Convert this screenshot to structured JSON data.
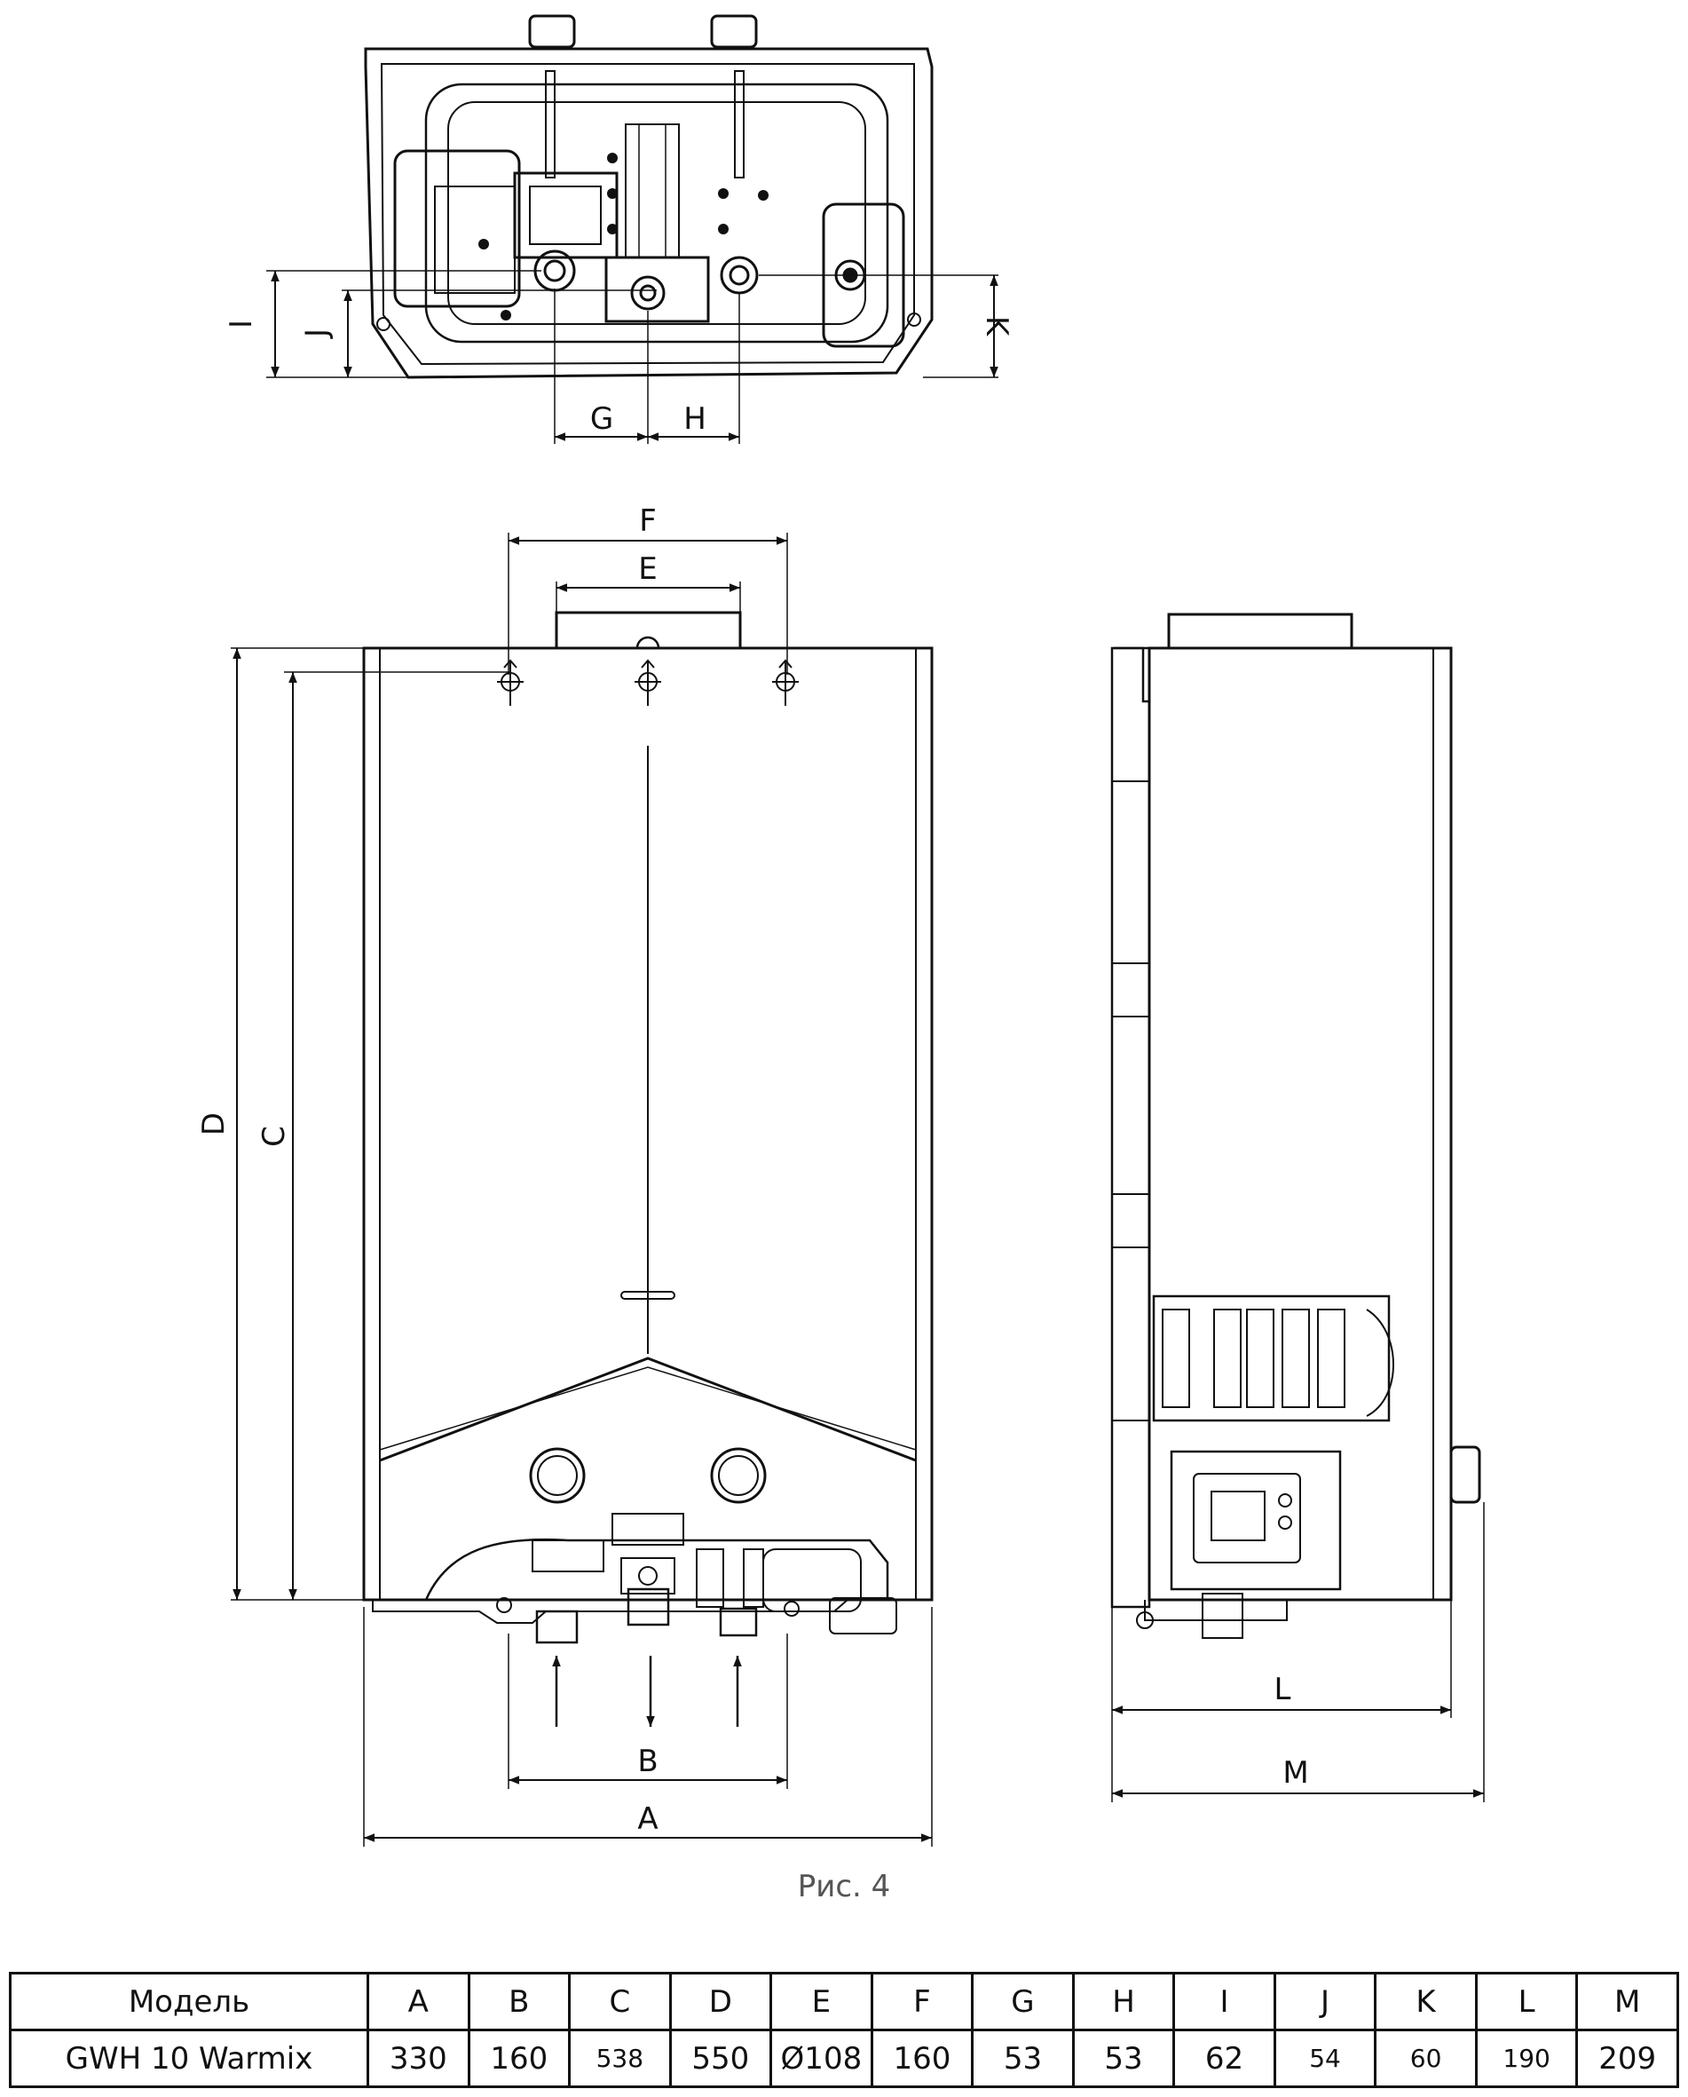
{
  "figure": {
    "caption": "Рис. 4",
    "labels": {
      "A": "A",
      "B": "B",
      "C": "C",
      "D": "D",
      "E": "E",
      "F": "F",
      "G": "G",
      "H": "H",
      "I": "I",
      "J": "J",
      "K": "K",
      "L": "L",
      "M": "M"
    }
  },
  "table": {
    "header": [
      "Модель",
      "A",
      "B",
      "C",
      "D",
      "E",
      "F",
      "G",
      "H",
      "I",
      "J",
      "K",
      "L",
      "M"
    ],
    "row": [
      "GWH 10 Warmix",
      "330",
      "160",
      "538",
      "550",
      "Ø108",
      "160",
      "53",
      "53",
      "62",
      "54",
      "60",
      "190",
      "209"
    ]
  }
}
